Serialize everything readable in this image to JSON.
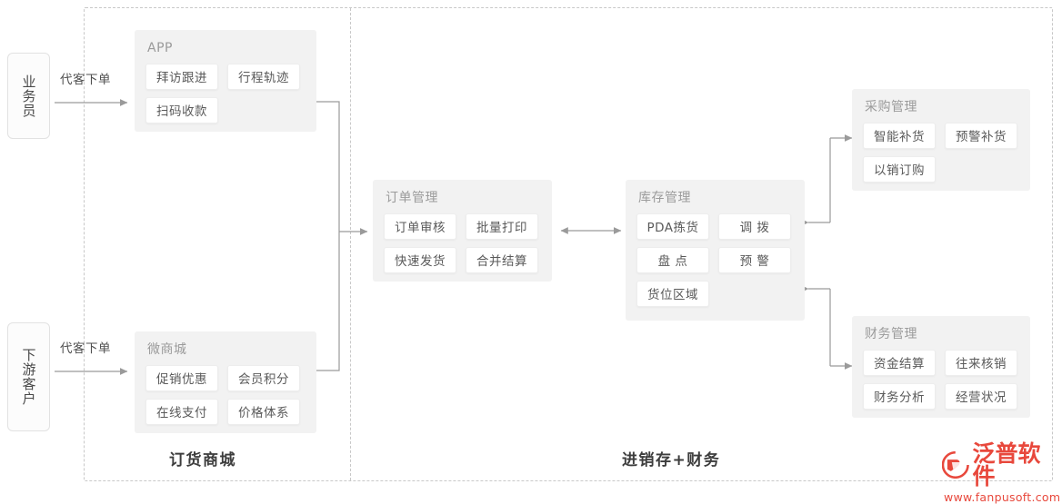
{
  "diagram": {
    "actors": [
      {
        "id": "salesperson",
        "label": "业务员"
      },
      {
        "id": "downstream-customer",
        "label": "下游客户"
      }
    ],
    "edge_labels": [
      {
        "id": "proxy-order-top",
        "label": "代客下单"
      },
      {
        "id": "proxy-order-bottom",
        "label": "代客下单"
      }
    ],
    "panels": [
      {
        "id": "app",
        "title": "APP",
        "chips": [
          "拜访跟进",
          "行程轨迹",
          "扫码收款"
        ]
      },
      {
        "id": "micro-mall",
        "title": "微商城",
        "chips": [
          "促销优惠",
          "会员积分",
          "在线支付",
          "价格体系"
        ]
      },
      {
        "id": "order-management",
        "title": "订单管理",
        "chips": [
          "订单审核",
          "批量打印",
          "快速发货",
          "合并结算"
        ]
      },
      {
        "id": "inventory-management",
        "title": "库存管理",
        "chips": [
          "PDA拣货",
          "调 拨",
          "盘 点",
          "预 警",
          "货位区域"
        ]
      },
      {
        "id": "purchase-management",
        "title": "采购管理",
        "chips": [
          "智能补货",
          "预警补货",
          "以销订购"
        ]
      },
      {
        "id": "finance-management",
        "title": "财务管理",
        "chips": [
          "资金结算",
          "往来核销",
          "财务分析",
          "经营状况"
        ]
      }
    ],
    "region_labels": [
      {
        "id": "ordering-mall",
        "label": "订货商城"
      },
      {
        "id": "erp-finance",
        "label": "进销存+财务"
      }
    ]
  },
  "watermark": {
    "brand": "泛普软件",
    "url": "www.fanpusoft.com",
    "color": "#e8483c"
  },
  "colors": {
    "panel_bg": "#f2f2f2",
    "chip_bg": "#ffffff",
    "panel_title": "#9b9b9b",
    "chip_text": "#5a5a5a",
    "line": "#9a9a9a",
    "dashed_border": "#c8c8c8"
  }
}
